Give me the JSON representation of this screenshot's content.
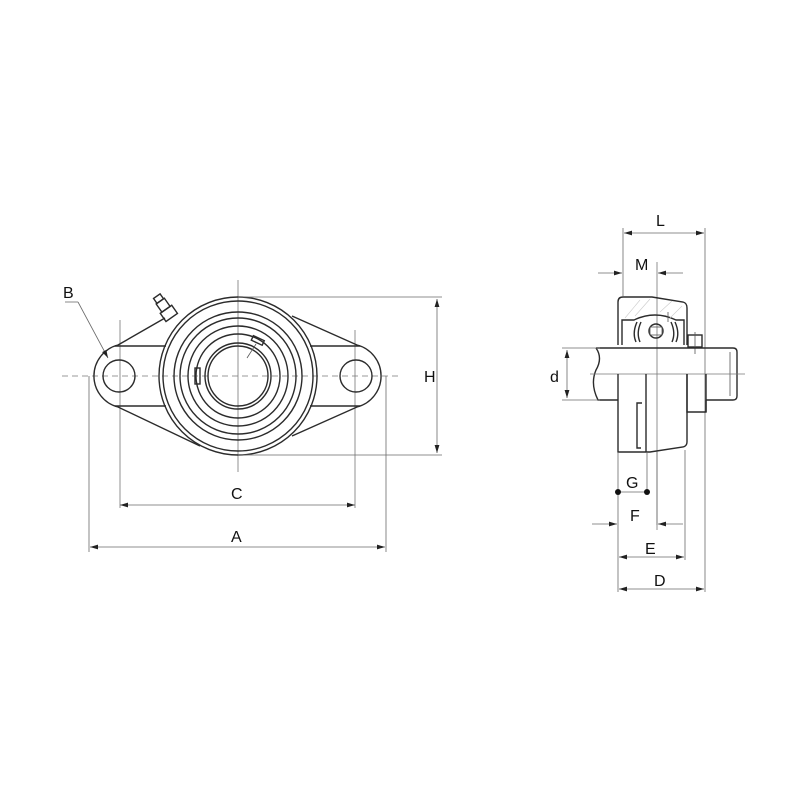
{
  "drawing": {
    "title": "Two-bolt oval flange bearing unit dimension drawing",
    "front_view": {
      "labels": {
        "B": "B",
        "H": "H",
        "C": "C",
        "A": "A"
      }
    },
    "side_view": {
      "labels": {
        "L": "L",
        "M": "M",
        "d": "d",
        "G": "G",
        "F": "F",
        "E": "E",
        "D": "D"
      }
    },
    "colors": {
      "line": "#2b2b2b",
      "dimension": "#6a6a6a",
      "background": "#ffffff"
    }
  }
}
